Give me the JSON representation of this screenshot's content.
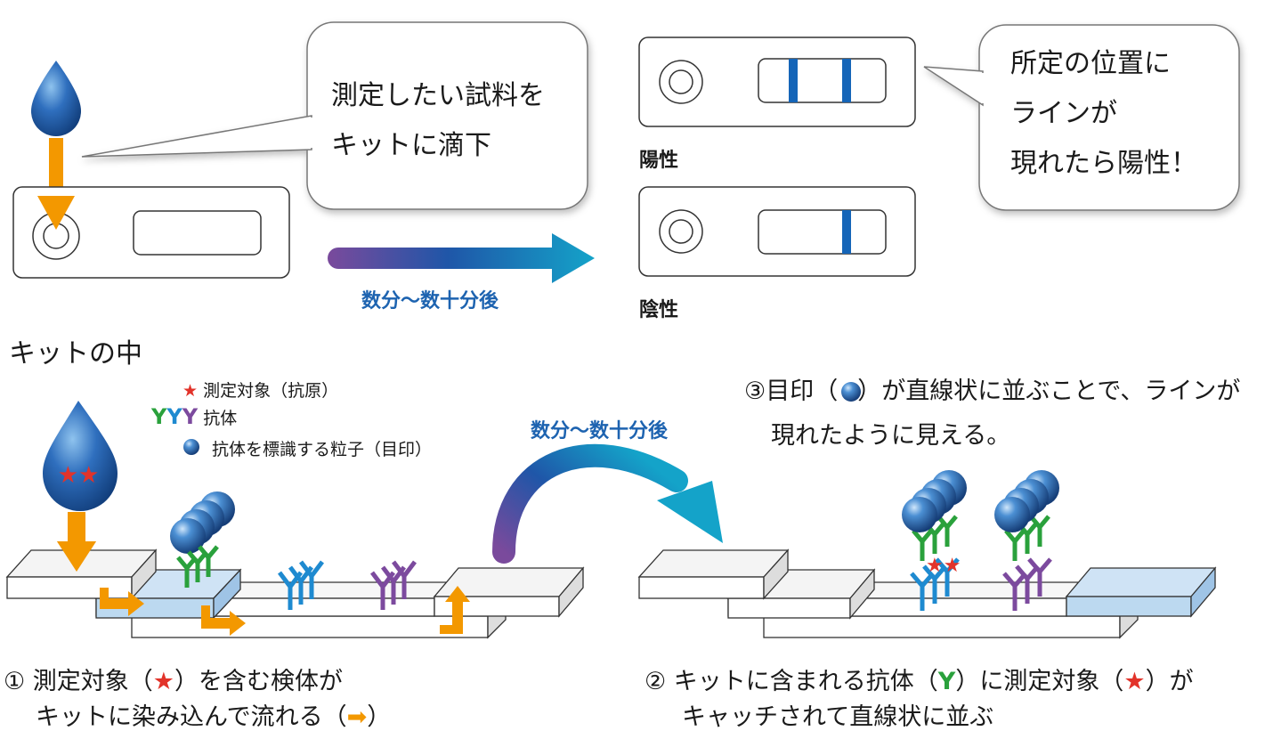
{
  "top": {
    "bubble_left_lines": [
      "測定したい試料を",
      "キットに滴下"
    ],
    "bubble_right_lines": [
      "所定の位置に",
      "ラインが",
      "現れたら陽性！"
    ],
    "arrow_label": "数分〜数十分後",
    "positive_label": "陽性",
    "negative_label": "陰性"
  },
  "kit_section": {
    "title": "キットの中",
    "legend": {
      "antigen_star": "★",
      "antigen_text": "測定対象（抗原）",
      "antibody_y1": "Y",
      "antibody_y2": "Y",
      "antibody_y3": "Y",
      "antibody_text": "抗体",
      "particle_text": "抗体を標識する粒子（目印）"
    },
    "curve_label": "数分〜数十分後",
    "step3": {
      "prefix": "③目印（",
      "suffix": "）が直線状に並ぶことで、ラインが",
      "line2": "現れたように見える。"
    },
    "step1": {
      "prefix": "① 測定対象（",
      "star": "★",
      "suffix": "）を含む検体が",
      "line2_prefix": "キットに染み込んで流れる（",
      "line2_suffix": "）"
    },
    "step2": {
      "prefix": "② キットに含まれる抗体（",
      "y": "Y",
      "mid": "）に測定対象（",
      "star": "★",
      "suffix": "）が",
      "line2": "キャッチされて直線状に並ぶ"
    }
  },
  "colors": {
    "orange": "#f39800",
    "line_blue": "#1565b8",
    "green": "#2aa13c",
    "antibody_blue": "#1e8ad0",
    "purple": "#7c4a9e",
    "star_red": "#e2332a",
    "pad_blue": "#bcd9f0"
  }
}
